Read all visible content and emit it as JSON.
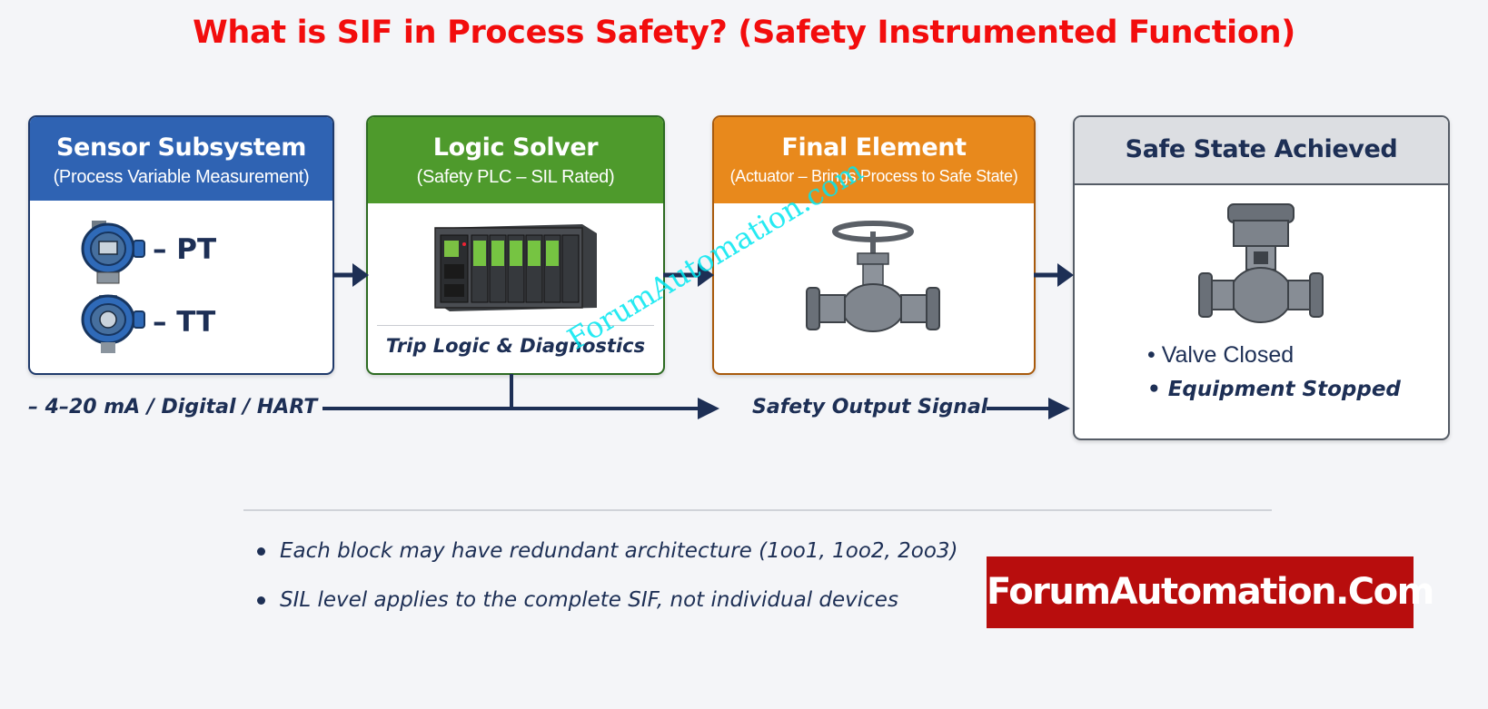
{
  "title": "What is SIF in Process Safety? (Safety Instrumented Function)",
  "blocks": {
    "sensor": {
      "title": "Sensor Subsystem",
      "subtitle": "(Process Variable Measurement)",
      "items": [
        "– PT",
        "– TT"
      ]
    },
    "logic": {
      "title": "Logic Solver",
      "subtitle": "(Safety PLC – SIL Rated)",
      "caption": "Trip Logic & Diagnostics"
    },
    "final": {
      "title": "Final Element",
      "subtitle": "(Actuator – Brings Process to Safe State)"
    },
    "safe": {
      "title": "Safe State Achieved",
      "bullets": [
        "• Valve Closed",
        "• Equipment Stopped"
      ]
    }
  },
  "signals": {
    "input": "– 4–20 mA / Digital / HART",
    "output": "Safety Output Signal"
  },
  "notes": [
    "Each block may have redundant architecture (1oo1, 1oo2, 2oo3)",
    "SIL level applies to the complete SIF, not individual devices"
  ],
  "brand": "ForumAutomation.Com",
  "watermark": "ForumAutomation.com",
  "icons": {
    "transmitter": "pressure-transmitter-icon",
    "plc": "safety-plc-icon",
    "valve": "globe-valve-icon",
    "closed_valve": "closed-valve-icon",
    "arrow": "arrow-right-icon"
  },
  "colors": {
    "title": "#f20d0d",
    "sensor_header": "#2f63b3",
    "logic_header": "#4e9a2c",
    "final_header": "#e8891c",
    "safe_header": "#dcdee2",
    "navy": "#1d2f55",
    "brand_bg": "#b80d0d"
  }
}
